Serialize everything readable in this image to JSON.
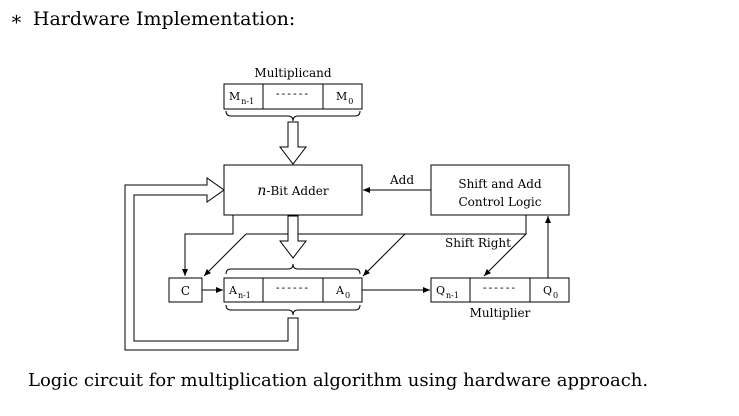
{
  "heading": {
    "bullet": "∗",
    "text": "Hardware Implementation:"
  },
  "multiplicand": {
    "label": "Multiplicand",
    "msb_letter": "M",
    "msb_sub": "n-1",
    "dashes": "------",
    "lsb_letter": "M",
    "lsb_sub": "0"
  },
  "adder": {
    "italic": "n",
    "rest": "-Bit Adder"
  },
  "control": {
    "line1": "Shift and Add",
    "line2": "Control Logic"
  },
  "signals": {
    "add": "Add",
    "shift_right": "Shift Right"
  },
  "carry": {
    "label": "C"
  },
  "accumulator": {
    "msb_letter": "A",
    "msb_sub": "n-1",
    "dashes": "------",
    "lsb_letter": "A",
    "lsb_sub": "0"
  },
  "multiplier": {
    "label": "Multiplier",
    "msb_letter": "Q",
    "msb_sub": "n-1",
    "dashes": "------",
    "lsb_letter": "Q",
    "lsb_sub": "0"
  },
  "caption": "Logic circuit for multiplication algorithm using hardware approach."
}
